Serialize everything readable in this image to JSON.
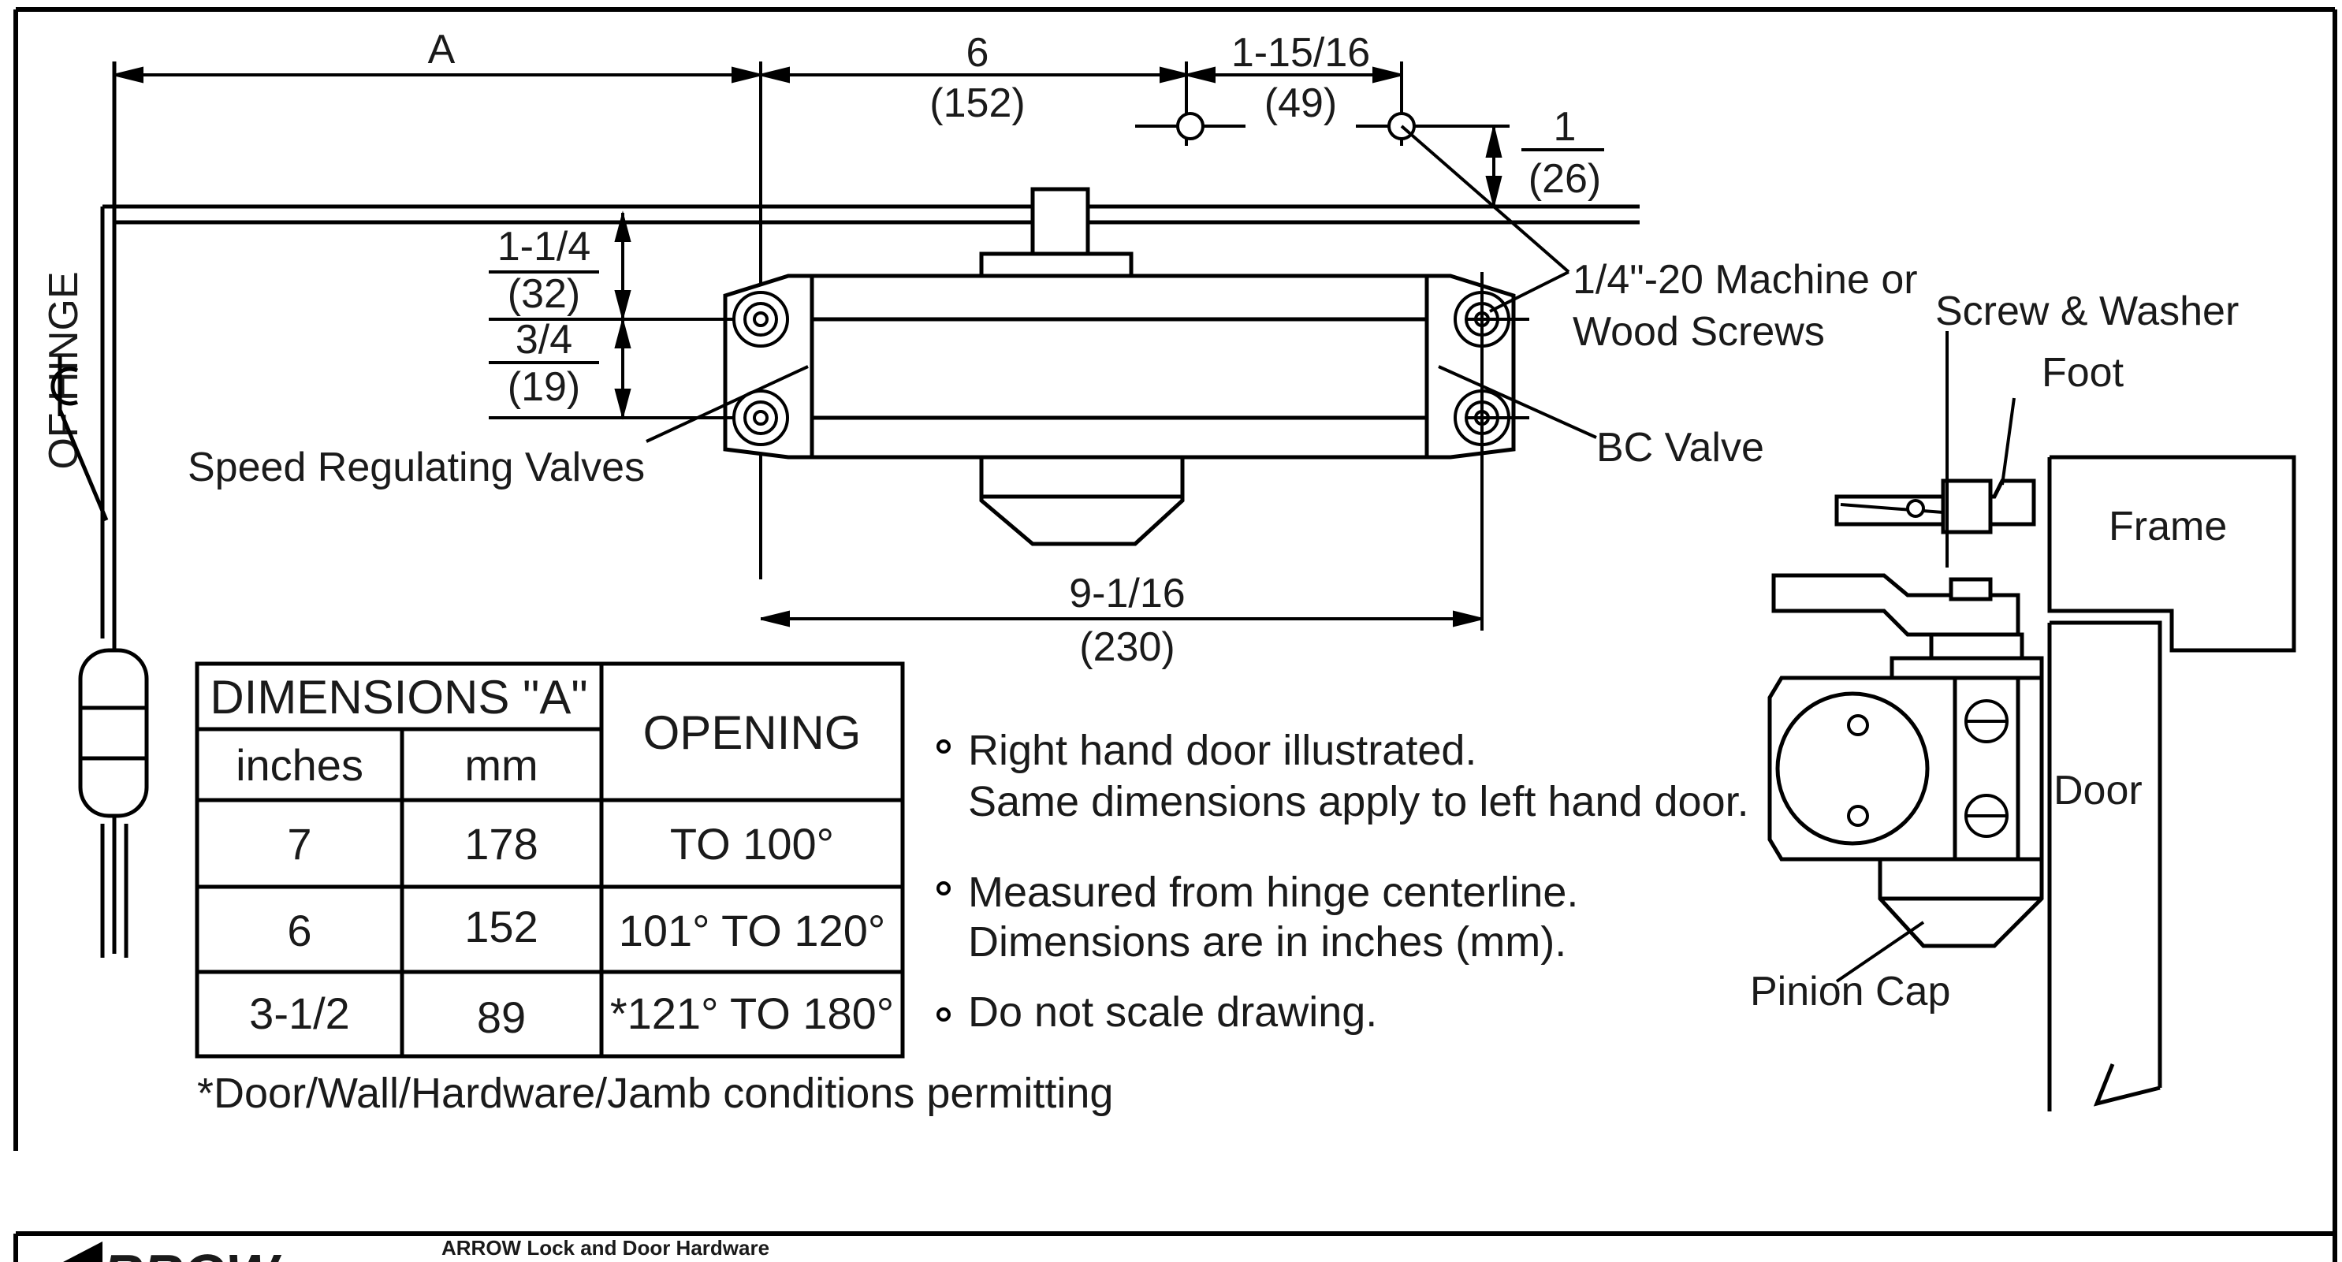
{
  "diagram": {
    "dimensions": {
      "a": "A",
      "d6_in": "6",
      "d6_mm": "(152)",
      "d1516_in": "1-15/16",
      "d1516_mm": "(49)",
      "d1_in": "1",
      "d1_mm": "(26)",
      "d114_in": "1-1/4",
      "d114_mm": "(32)",
      "d34_in": "3/4",
      "d34_mm": "(19)",
      "d916_in": "9-1/16",
      "d916_mm": "(230)"
    },
    "labels": {
      "hinge": "OF HINGE",
      "screws_line1": "1/4\"-20 Machine or",
      "screws_line2": "Wood Screws",
      "speed_valves": "Speed Regulating Valves",
      "bc_valve": "BC Valve",
      "screw_washer": "Screw & Washer",
      "foot": "Foot",
      "frame": "Frame",
      "door": "Door",
      "pinion_cap": "Pinion Cap"
    }
  },
  "table": {
    "header_dims": "DIMENSIONS \"A\"",
    "header_inches": "inches",
    "header_mm": "mm",
    "header_opening": "OPENING",
    "rows": [
      {
        "inches": "7",
        "mm": "178",
        "opening": "TO 100°"
      },
      {
        "inches": "6",
        "mm": "152",
        "opening": "101° TO 120°"
      },
      {
        "inches": "3-1/2",
        "mm": "89",
        "opening": "*121° TO 180°"
      }
    ],
    "footnote": "*Door/Wall/Hardware/Jamb conditions permitting"
  },
  "notes": {
    "n1_line1": "Right hand door illustrated.",
    "n1_line2": "Same dimensions apply to left hand door.",
    "n2_line1": "Measured from hinge centerline.",
    "n2_line2": "Dimensions are in inches (mm).",
    "n3": "Do not scale drawing."
  },
  "footer": {
    "company": "ARROW Lock and Door Hardware",
    "logo": "ARROW"
  }
}
